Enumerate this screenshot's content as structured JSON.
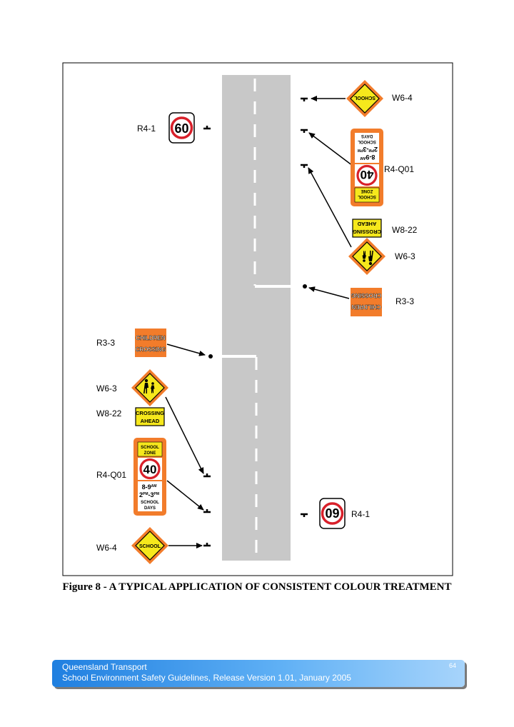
{
  "figure": {
    "caption": "Figure 8 - A TYPICAL APPLICATION OF CONSISTENT COLOUR TREATMENT",
    "labels": {
      "r4_1": "R4-1",
      "w6_4": "W6-4",
      "r4_q01": "R4-Q01",
      "w8_22": "W8-22",
      "w6_3": "W6-3",
      "r3_3": "R3-3"
    },
    "signs": {
      "speed_60": "60",
      "speed_40": "40",
      "school": "SCHOOL",
      "school_zone_l1": "SCHOOL",
      "school_zone_l2": "ZONE",
      "times_l1": "8-9",
      "times_l2": "2",
      "times_l2b": "-3",
      "times_l3": "SCHOOL",
      "times_l4": "DAYS",
      "time_suffix": "AM",
      "time_suffix_pm": "PM",
      "crossing": "CROSSING",
      "ahead": "AHEAD",
      "children": "CHILDREN"
    },
    "colors": {
      "road": "#c8c8c8",
      "fluoro_orange": "#f27c2b",
      "sign_yellow": "#f6e81c",
      "speed_red": "#d8202a"
    }
  },
  "footer": {
    "org": "Queensland Transport",
    "doc": "School Environment Safety Guidelines, Release Version 1.01, January 2005",
    "page": "64"
  }
}
